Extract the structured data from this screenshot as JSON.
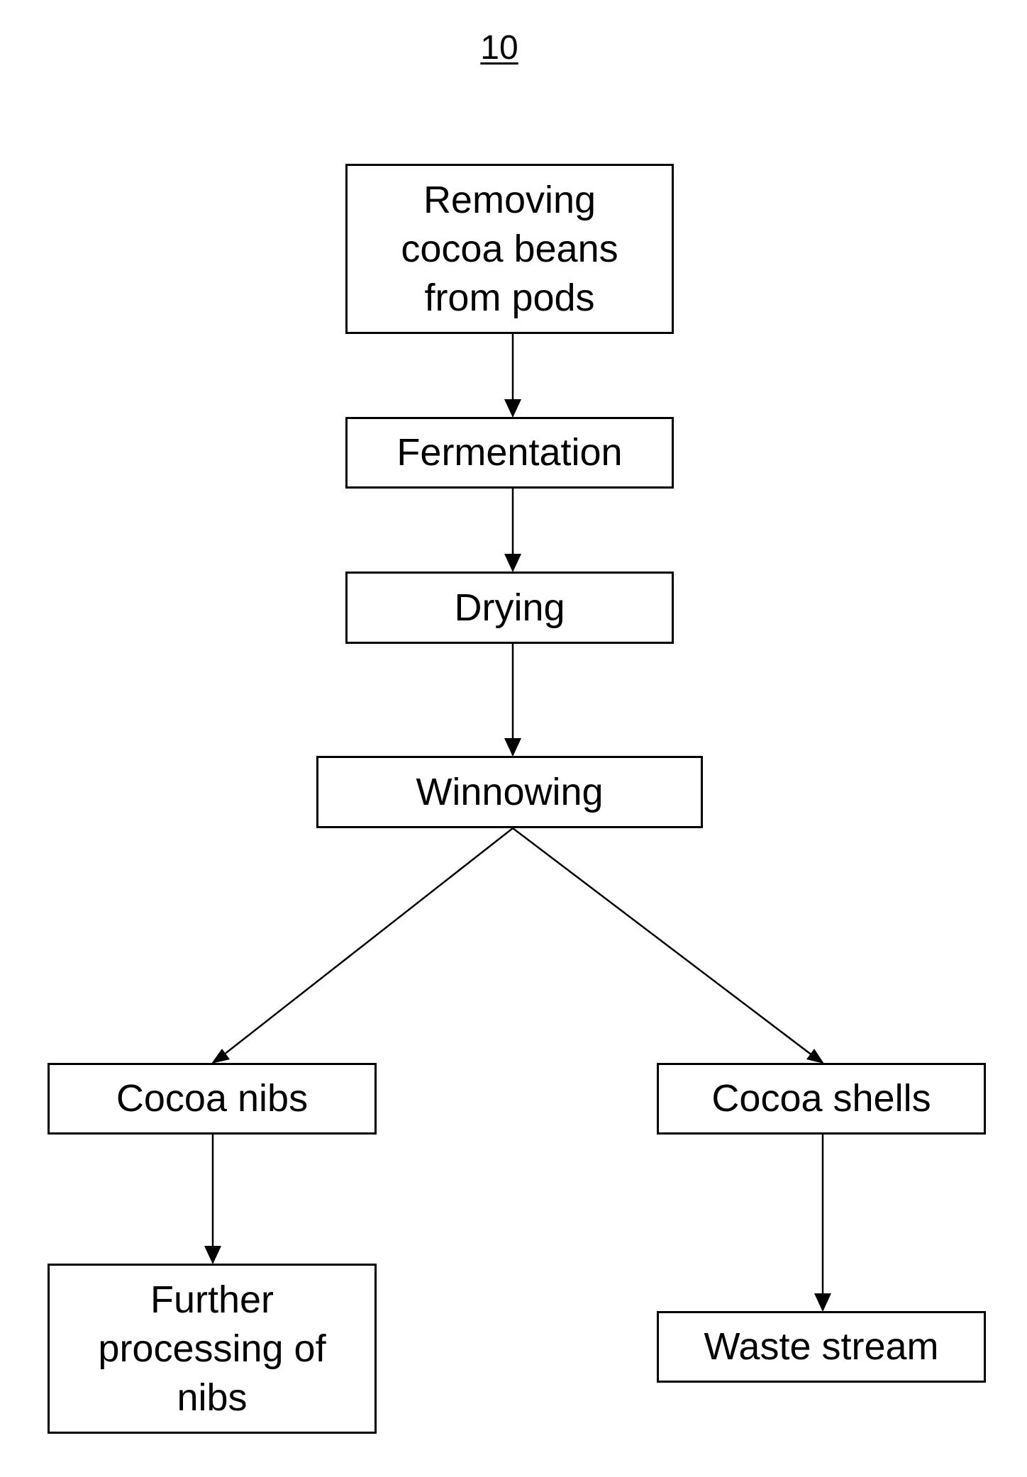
{
  "figure_number": "10",
  "steps": {
    "removing": [
      "Removing",
      "cocoa beans",
      "from pods"
    ],
    "fermentation": [
      "Fermentation"
    ],
    "drying": [
      "Drying"
    ],
    "winnowing": [
      "Winnowing"
    ],
    "cocoa_nibs": [
      "Cocoa nibs"
    ],
    "cocoa_shells": [
      "Cocoa shells"
    ],
    "further_processing": [
      "Further",
      "processing of",
      "nibs"
    ],
    "waste_stream": [
      "Waste stream"
    ]
  }
}
